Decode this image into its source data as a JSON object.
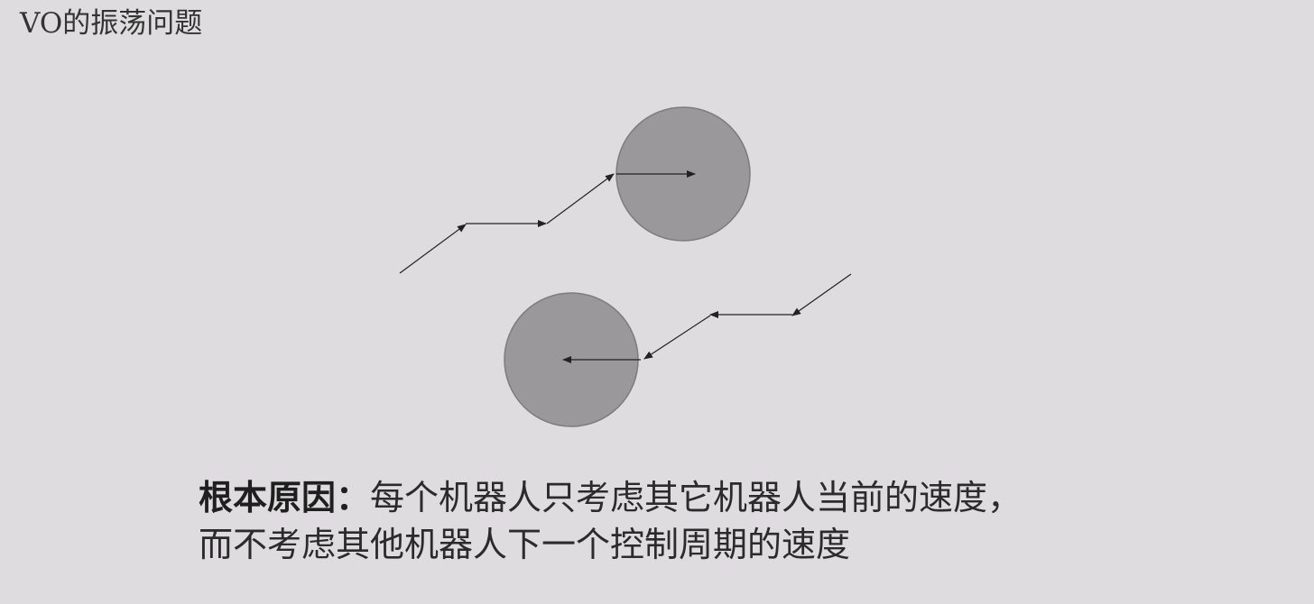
{
  "title": "VO的振荡问题",
  "caption": {
    "label": "根本原因：",
    "line1": "每个机器人只考虑其它机器人当前的速度，",
    "line2": "而不考虑其他机器人下一个控制周期的速度"
  },
  "colors": {
    "background": "#dedcde",
    "robot_fill": "#9a989a",
    "robot_stroke": "#7d7b7d",
    "path_stroke": "#222222"
  },
  "icons": {
    "robot_upper": "robot-circle",
    "robot_lower": "robot-circle",
    "arrowhead": "arrowhead"
  }
}
